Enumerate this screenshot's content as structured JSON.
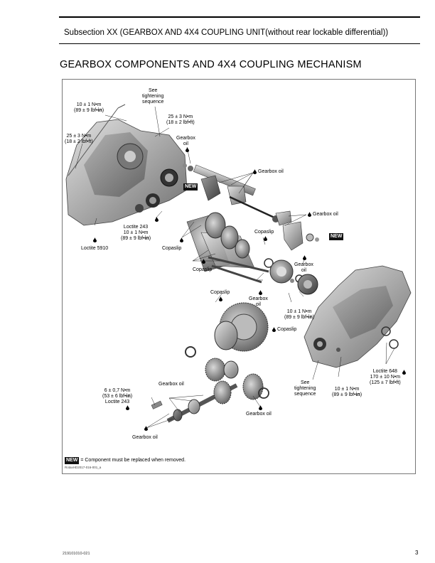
{
  "header": {
    "subsection": "Subsection XX (GEARBOX AND 4X4 COUPLING UNIT(without rear lockable differential))"
  },
  "title": "GEARBOX COMPONENTS AND 4X4 COUPLING MECHANISM",
  "figure": {
    "labels": {
      "see_seq_top": [
        "See",
        "tightening",
        "sequence"
      ],
      "torque_10_top": [
        "10 ± 1 N•m",
        "(89 ± 9 lbf•"
      ],
      "torque_25_top": [
        "25 ± 3 N•m",
        "(18 ± 2 lbf•ft)"
      ],
      "torque_25_left": [
        "25 ± 3 N•m",
        "(18 ± 2 lbf•ft)"
      ],
      "gearbox_oil_1": [
        "Gearbox",
        "oil"
      ],
      "gearbox_oil_2": "Gearbox oil",
      "gearbox_oil_3": "Gearbox oil",
      "loctite243_mid": [
        "Loctite 243",
        "10 ± 1 N•m",
        "(89 ± 9 lbf•"
      ],
      "loctite5910": "Loctite 5910",
      "copaslip_1": "Copaslip",
      "copaslip_2": "Copaslip",
      "copaslip_3": "Copaslip",
      "copaslip_4": "Copaslip",
      "copaslip_5": "Copaslip",
      "gearbox_oil_4": [
        "Gearbox",
        "oil"
      ],
      "gearbox_oil_5": [
        "Gearbox",
        "oil"
      ],
      "torque_10_mid": [
        "10 ± 1 N•m",
        "(89 ± 9 lbf•"
      ],
      "loctite648": [
        "Loctite 648",
        "170 ± 10 N•m",
        "(125 ± 7 lbf•ft)"
      ],
      "see_seq_bottom": [
        "See",
        "tightening",
        "sequence"
      ],
      "torque_10_bottom": [
        "10 ± 1 N•m",
        "(89 ± 9 lbf•"
      ],
      "torque_6": [
        "6 ± 0,7 N•m",
        "(53 ± 6 lbf•",
        "Loctite 243"
      ],
      "gearbox_oil_6": "Gearbox oil",
      "gearbox_oil_7": "Gearbox oil",
      "gearbox_oil_8": "Gearbox oil",
      "in_unit": "in",
      "close_paren": ")"
    },
    "new_badge": "NEW",
    "legend_text": "= Component must be replaced when removed.",
    "figure_code": "RotaxHD2017-016-001_a"
  },
  "footer": {
    "doc_id": "219101010-021",
    "page": "3"
  }
}
